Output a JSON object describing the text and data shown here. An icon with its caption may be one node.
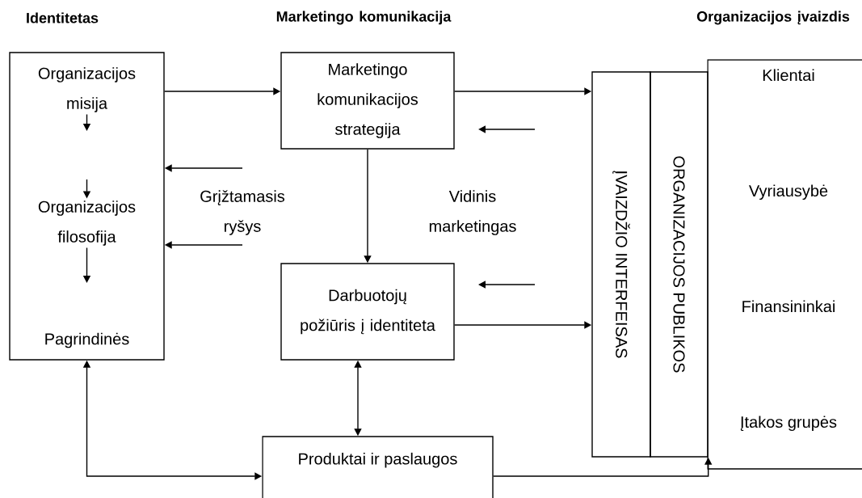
{
  "diagram": {
    "nodes": [
      {
        "text": [],
        "shape": "box"
      },
      {
        "text": [
          "Organizacijos misija"
        ],
        "in": 0
      },
      {
        "text": [
          "Organizacijos filosofija"
        ],
        "in": 0
      },
      {
        "text": [
          "Pagrindinės"
        ],
        "in": 0
      },
      {
        "text": [
          "Marketingo komunikacijos strategija"
        ]
      },
      {
        "text": [
          "Darbuotojų požiūris į identiteta"
        ]
      },
      {
        "text": [
          "Produktai ir paslaugos"
        ]
      },
      {
        "text": [
          "ĮVAIZDŽIO INTERFEISAS"
        ]
      },
      {
        "text": [
          "ORGANIZACIJOS PUBLIKOS"
        ]
      },
      {
        "text": [
          "Klientai",
          "Vyriausybė",
          "Finansininkai",
          "Įtakos grupės"
        ]
      }
    ],
    "edges": [
      {
        "from": 1,
        "to": null,
        "arrow": "to"
      },
      {
        "from": null,
        "to": 2,
        "arrow": "to"
      },
      {
        "from": 2,
        "to": null,
        "arrow": "to"
      },
      {
        "from": 0,
        "to": 4,
        "arrow": "to"
      },
      {
        "from": 4,
        "to": 7,
        "arrow": "to"
      },
      {
        "from": null,
        "to": 0,
        "arrow": "to"
      },
      {
        "from": null,
        "to": 0,
        "arrow": "to"
      },
      {
        "from": 4,
        "to": 5,
        "arrow": "to"
      },
      {
        "from": 5,
        "to": 7,
        "arrow": "to"
      },
      {
        "from": 5,
        "to": 6,
        "arrow": "both"
      },
      {
        "from": 0,
        "to": 6,
        "arrow": "both"
      },
      {
        "from": 6,
        "to": 8,
        "arrow": "to"
      }
    ],
    "labels": [
      "Identitetas",
      "Marketingo komunikacija",
      "Organizacijos įvaizdis",
      "Grįžtamasis ryšys",
      "Vidinis marketingas"
    ]
  }
}
